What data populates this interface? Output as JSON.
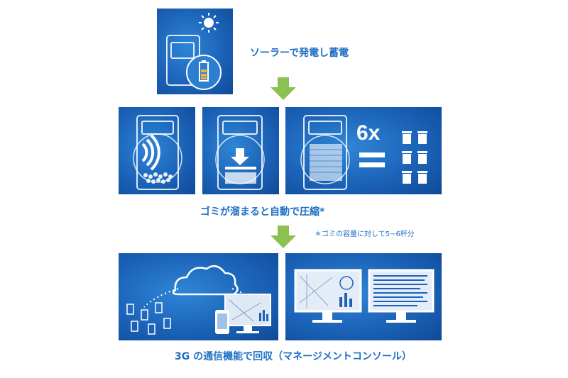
{
  "step1": {
    "caption": "ソーラーで発電し蓄電"
  },
  "step2": {
    "caption": "ゴミが溜まると自動で圧縮*",
    "multiplier": "6x",
    "footnote": "＊ゴミの容量に対して5~6杯分"
  },
  "step3": {
    "caption": "3G の通信機能で回収（マネージメントコンソール）"
  },
  "colors": {
    "panel": "#1b63b8",
    "caption": "#1f6fc4",
    "arrow": "#8cc152"
  },
  "icons": [
    "sun-icon",
    "battery-icon",
    "bin-icon",
    "wifi-icon",
    "down-arrow-icon",
    "trash-can-icon",
    "cloud-icon",
    "smartphone-icon",
    "monitor-icon"
  ]
}
